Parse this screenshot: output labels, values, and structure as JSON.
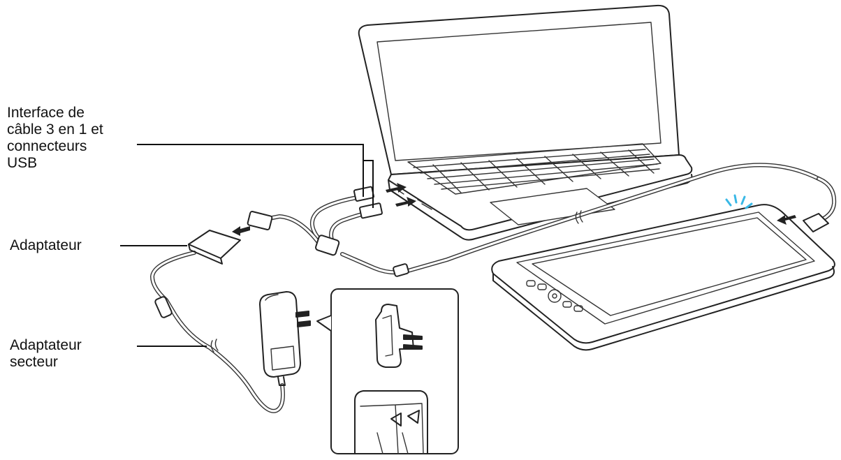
{
  "labels": {
    "cable_interface": [
      "Interface de",
      "câble 3 en 1 et",
      "connecteurs",
      "USB"
    ],
    "adapter": "Adaptateur",
    "ac_adapter": [
      "Adaptateur",
      "secteur"
    ]
  },
  "colors": {
    "line": "#222222",
    "power_indicator": "#39b8e6",
    "background": "#ffffff"
  }
}
